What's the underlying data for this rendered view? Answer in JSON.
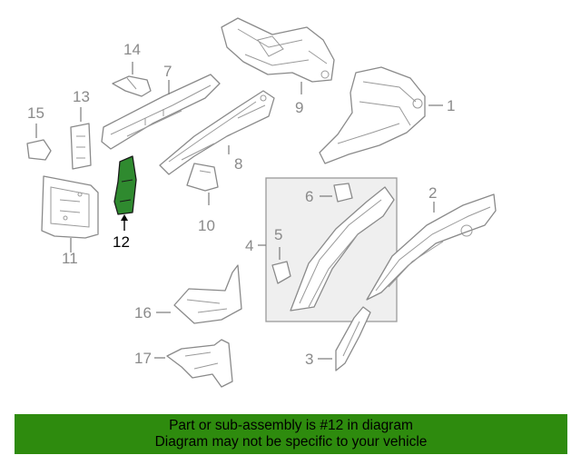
{
  "callouts": {
    "c1": "1",
    "c2": "2",
    "c3": "3",
    "c4": "4",
    "c5": "5",
    "c6": "6",
    "c7": "7",
    "c8": "8",
    "c9": "9",
    "c10": "10",
    "c11": "11",
    "c12": "12",
    "c13": "13",
    "c14": "14",
    "c15": "15",
    "c16": "16",
    "c17": "17"
  },
  "highlighted_part": "12",
  "colors": {
    "highlight_part": "#2f8a2f",
    "banner_bg": "#2e8b0e",
    "line": "#8a8a8a"
  },
  "banner": {
    "line1": "Part or sub-assembly is #12 in diagram",
    "line2": "Diagram may not be specific to your vehicle"
  }
}
